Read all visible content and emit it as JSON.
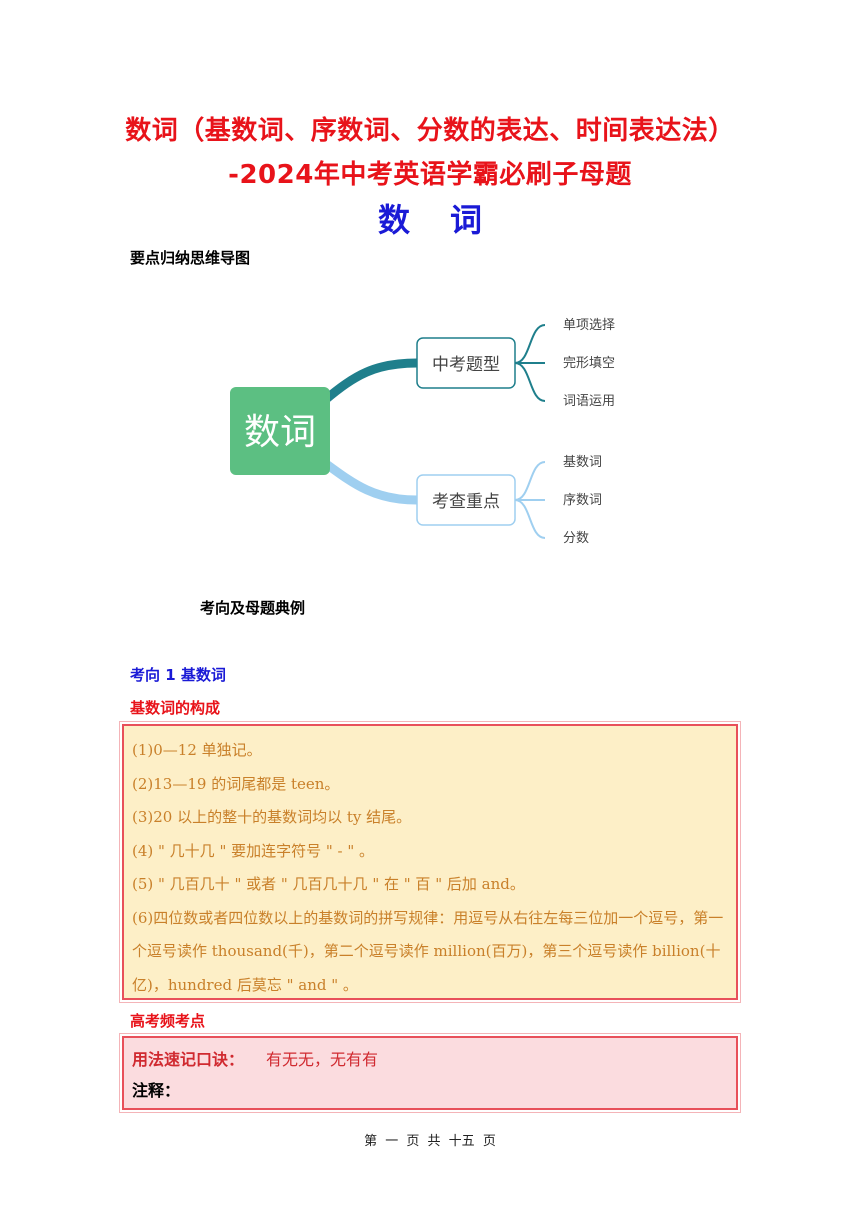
{
  "document": {
    "title_line1": "数词（基数词、序数词、分数的表达、时间表达法）",
    "title_line2": "-2024年中考英语学霸必刷子母题",
    "big_title": [
      "数",
      "词"
    ],
    "section_mindmap_label": "要点归纳思维导图",
    "section_examples_label": "考向及母题典例"
  },
  "mindmap": {
    "root": "数词",
    "branches": [
      {
        "label": "中考题型",
        "leaves": [
          "单项选择",
          "完形填空",
          "词语运用"
        ]
      },
      {
        "label": "考查重点",
        "leaves": [
          "基数词",
          "序数词",
          "分数"
        ]
      }
    ],
    "colors": {
      "root": "#5cbf82",
      "branch1": "#1f7f8c",
      "branch2": "#9fcff0"
    }
  },
  "topic1": {
    "heading": "考向 1  基数词",
    "sub_heading": "基数词的构成",
    "rules": [
      "(1)0—12 单独记。",
      "(2)13—19 的词尾都是 teen。",
      "(3)20 以上的整十的基数词均以 ty 结尾。",
      "(4) \" 几十几 \" 要加连字符号 \" - \" 。",
      "(5) \" 几百几十 \" 或者 \" 几百几十几 \" 在 \" 百 \" 后加 and。",
      "(6)四位数或者四位数以上的基数词的拼写规律：用逗号从右往左每三位加一个逗号，第一个逗号读作 thousand(千)，第二个逗号读作 million(百万)，第三个逗号读作 billion(十亿)，hundred 后莫忘 \" and \" 。"
    ],
    "highfreq_heading": "高考频考点",
    "mnemonic_label": "用法速记口诀：",
    "mnemonic_phrase": "有无无，无有有",
    "note_label": "注释："
  },
  "footer": {
    "page_text": "第 一 页 共 十五 页"
  }
}
